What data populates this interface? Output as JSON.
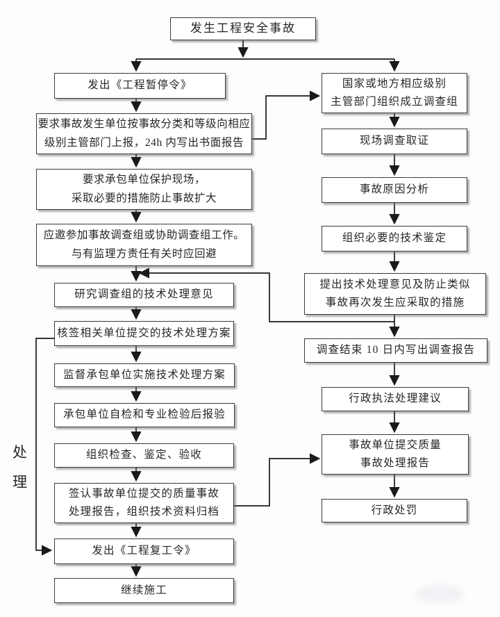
{
  "flow": {
    "start": {
      "label": "发生工程安全事故"
    },
    "side_label": {
      "chars": [
        "处",
        "理"
      ]
    },
    "left": [
      {
        "lines": [
          "发出《工程暂停令》"
        ]
      },
      {
        "lines": [
          "要求事故发生单位按事故分类和等级向相应",
          "级别主管部门上报，24h 内写出书面报告"
        ]
      },
      {
        "lines": [
          "要求承包单位保护现场，",
          "采取必要的措施防止事故扩大"
        ]
      },
      {
        "lines": [
          "应邀参加事故调查组或协助调查组工作。",
          "与有监理方责任有关时应回避"
        ]
      },
      {
        "lines": [
          "研究调查组的技术处理意见"
        ]
      },
      {
        "lines": [
          "核签相关单位提交的技术处理方案"
        ]
      },
      {
        "lines": [
          "监督承包单位实施技术处理方案"
        ]
      },
      {
        "lines": [
          "承包单位自检和专业检验后报验"
        ]
      },
      {
        "lines": [
          "组织检查、鉴定、验收"
        ]
      },
      {
        "lines": [
          "签认事故单位提交的质量事故",
          "处理报告，组织技术资料归档"
        ]
      },
      {
        "lines": [
          "发出《工程复工令》"
        ]
      },
      {
        "lines": [
          "继续施工"
        ]
      }
    ],
    "right": [
      {
        "lines": [
          "国家或地方相应级别",
          "主管部门组织成立调查组"
        ]
      },
      {
        "lines": [
          "现场调查取证"
        ]
      },
      {
        "lines": [
          "事故原因分析"
        ]
      },
      {
        "lines": [
          "组织必要的技术鉴定"
        ]
      },
      {
        "lines": [
          "提出技术处理意见及防止类似",
          "事故再次发生应采取的措施"
        ]
      },
      {
        "lines": [
          "调查结束 10 日内写出调查报告"
        ]
      },
      {
        "lines": [
          "行政执法处理建议"
        ]
      },
      {
        "lines": [
          "事故单位提交质量",
          "事故处理报告"
        ]
      },
      {
        "lines": [
          "行政处罚"
        ]
      }
    ],
    "colors": {
      "background": "#fdfdfd",
      "box_fill": "#ffffff",
      "box_border": "#3a3a3a",
      "line": "#1a1a1a",
      "text": "#262626",
      "shadow": "#6e6e6e"
    }
  }
}
